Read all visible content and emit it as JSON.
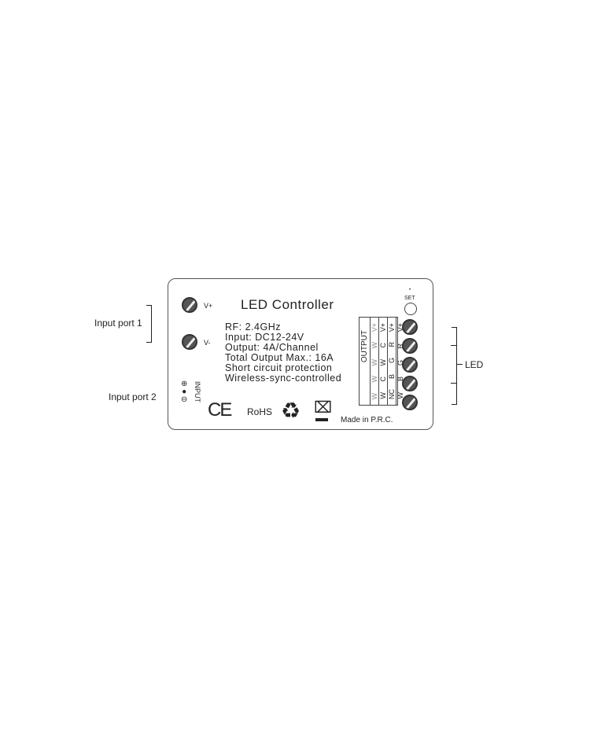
{
  "labels": {
    "input_port_1": "Input port 1",
    "input_port_2": "Input port 2",
    "led": "LED"
  },
  "board": {
    "title": "LED Controller",
    "vplus": "V+",
    "vminus": "V-",
    "specs": [
      "RF: 2.4GHz",
      "Input: DC12-24V",
      "Output: 4A/Channel",
      "Total Output Max.: 16A",
      "Short circuit protection",
      "Wireless-sync-controlled"
    ],
    "input_label": "INPUT",
    "set_label": "SET",
    "output_label": "OUTPUT",
    "output_columns": [
      [
        "V+",
        "W",
        "W",
        "W",
        "W"
      ],
      [
        "V+",
        "C",
        "W",
        "C",
        "W"
      ],
      [
        "V+",
        "R",
        "G",
        "B",
        "NC"
      ],
      [
        "V+",
        "R",
        "G",
        "B",
        "W"
      ]
    ],
    "ce": "CE",
    "rohs": "RoHS",
    "made_in": "Made in P.R.C."
  }
}
